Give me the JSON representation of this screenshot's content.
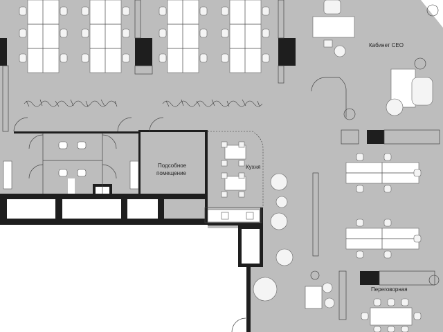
{
  "rooms": {
    "ceo_office": "Кабинет CEO",
    "utility_room_line1": "Подсобное",
    "utility_room_line2": "помещение",
    "kitchen": "Кухня",
    "meeting_room": "Переговорная"
  },
  "colors": {
    "floor": "#bdbdbd",
    "outside": "#ffffff",
    "wall": "#1e1e1e",
    "furniture": "#ffffff"
  }
}
